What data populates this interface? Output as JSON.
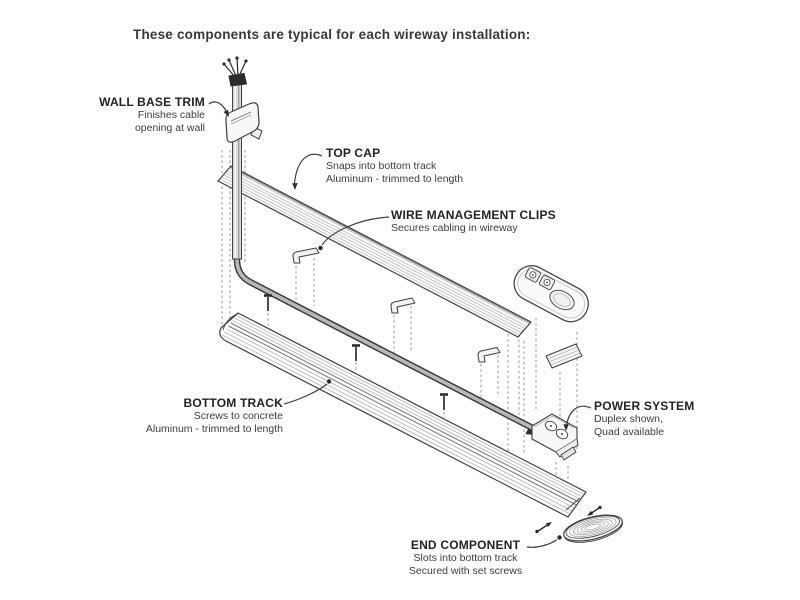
{
  "title": "These components are typical for each wireway installation:",
  "colors": {
    "line": "#3f3f3f",
    "text": "#383838",
    "label_title": "#232323",
    "label_desc": "#3c3c3c",
    "extrusion_fill": "#fbfbfb",
    "rail_fill": "#b8b8b8",
    "background": "#ffffff"
  },
  "callouts": {
    "wall_base_trim": {
      "label": "WALL BASE TRIM",
      "desc1": "Finishes cable",
      "desc2": "opening at wall"
    },
    "top_cap": {
      "label": "TOP CAP",
      "desc1": "Snaps into bottom track",
      "desc2": "Aluminum - trimmed to length"
    },
    "wire_management_clips": {
      "label": "WIRE MANAGEMENT CLIPS",
      "desc1": "Secures cabling in wireway"
    },
    "bottom_track": {
      "label": "BOTTOM TRACK",
      "desc1": "Screws to concrete",
      "desc2": "Aluminum - trimmed to length"
    },
    "power_system": {
      "label": "POWER SYSTEM",
      "desc1": "Duplex shown,",
      "desc2": "Quad available"
    },
    "end_component": {
      "label": "END COMPONENT",
      "desc1": "Slots into bottom track",
      "desc2": "Secured with set screws"
    }
  }
}
